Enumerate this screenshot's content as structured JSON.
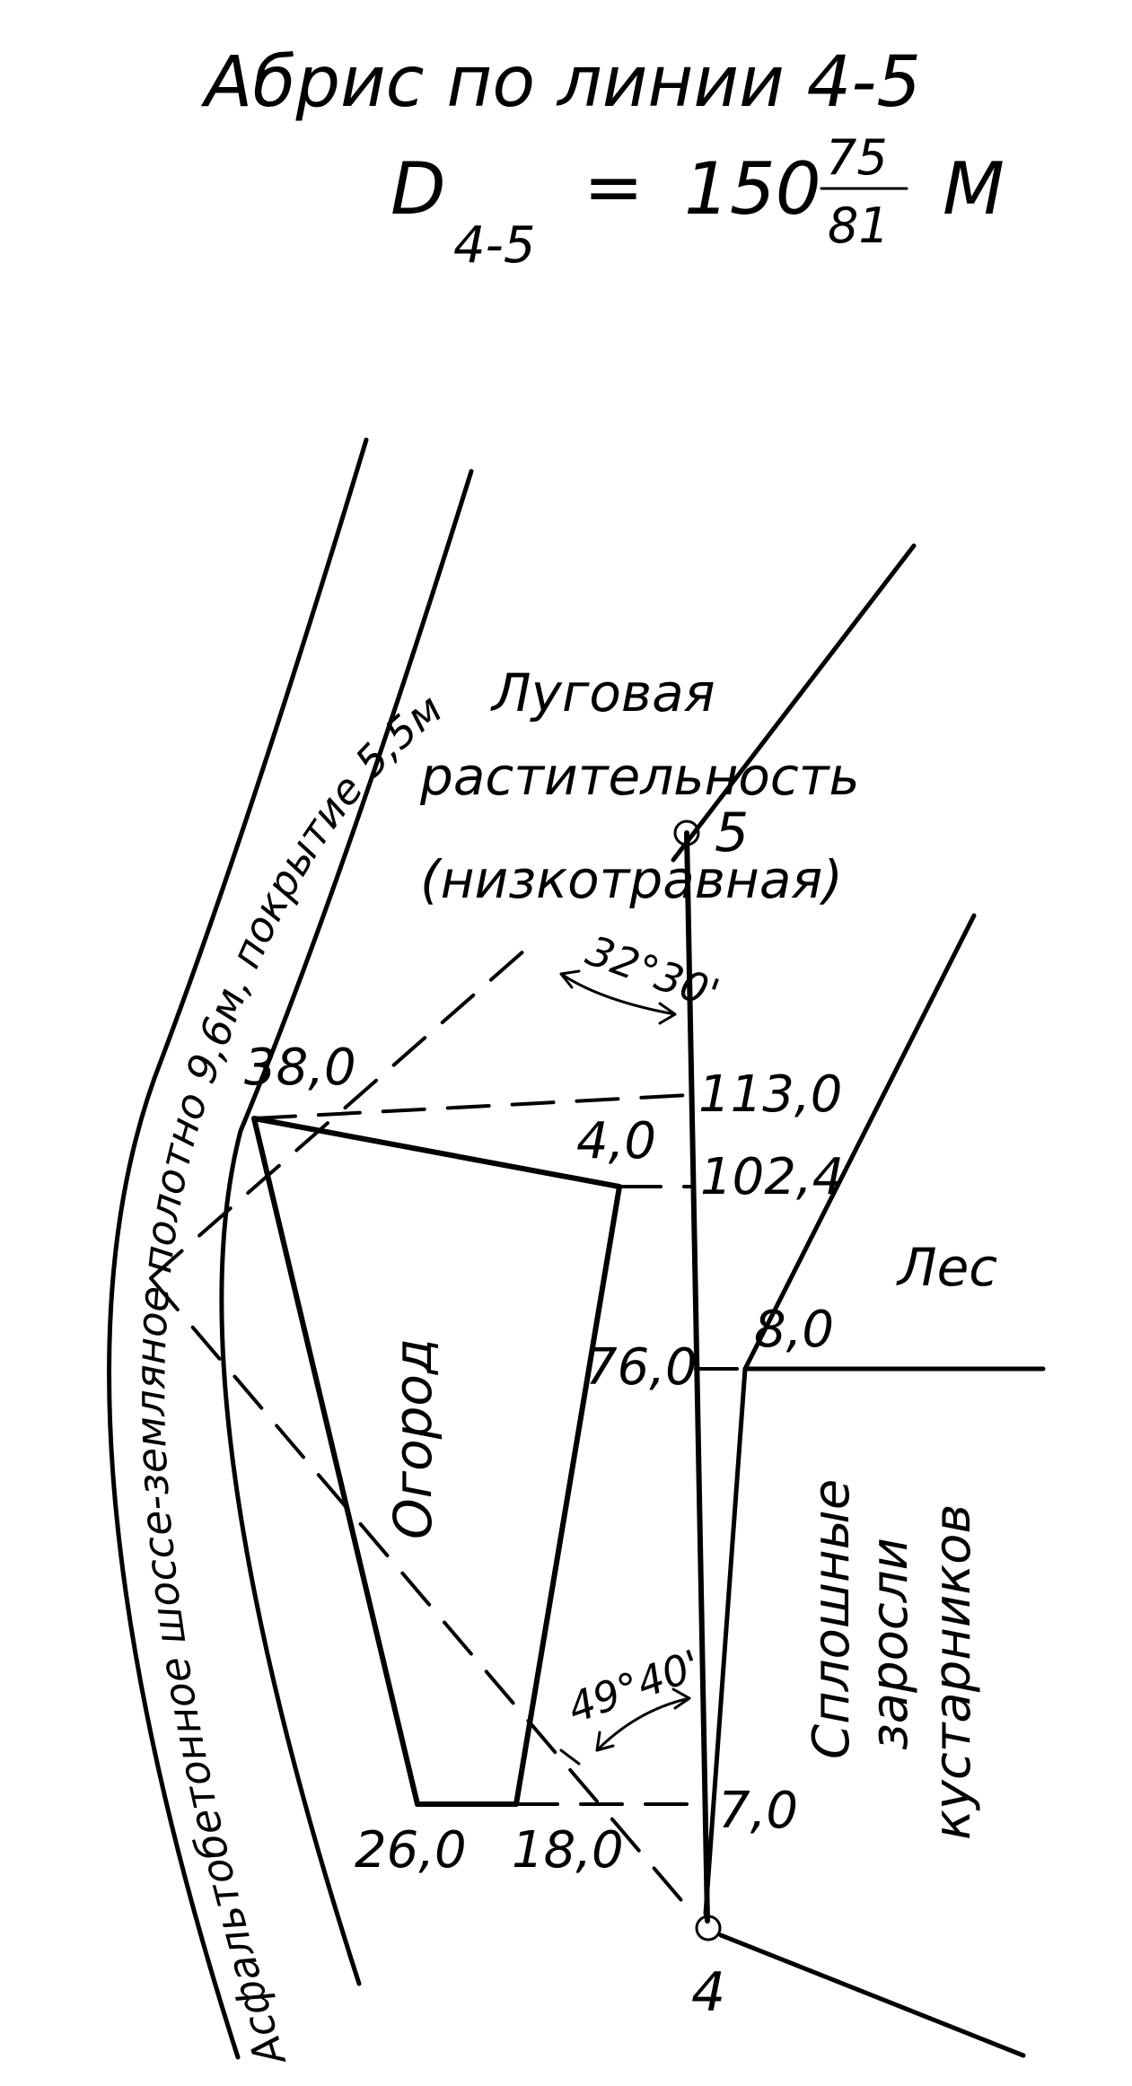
{
  "title": {
    "line1": "Абрис по линии 4-5",
    "d_letter": "D",
    "d_subscript": "4-5",
    "equals": "=",
    "whole": "150",
    "numerator": "75",
    "denominator": "81",
    "unit": "М"
  },
  "road": {
    "label": "Асфальтобетонное шоссе-земляное полотно 9,6м, покрытие 5,5м"
  },
  "areas": {
    "meadow_line1": "Луговая",
    "meadow_line2": "растительность",
    "meadow_line3": "(низкотравная)",
    "forest": "Лес",
    "garden": "Огород",
    "shrubs_line1": "Сплошные",
    "shrubs_line2": "заросли",
    "shrubs_line3": "кустарников"
  },
  "stations": {
    "start": "4",
    "end": "5"
  },
  "angles": {
    "upper": "32°30'",
    "lower": "49°40'"
  },
  "distances": {
    "d113": "113,0",
    "d102": "102,4",
    "d76": "76,0",
    "d7": "7,0"
  },
  "offsets": {
    "o38": "38,0",
    "o4": "4,0",
    "o8": "8,0",
    "o26": "26,0",
    "o18": "18,0"
  },
  "colors": {
    "ink": "#000000",
    "paper": "#ffffff"
  }
}
